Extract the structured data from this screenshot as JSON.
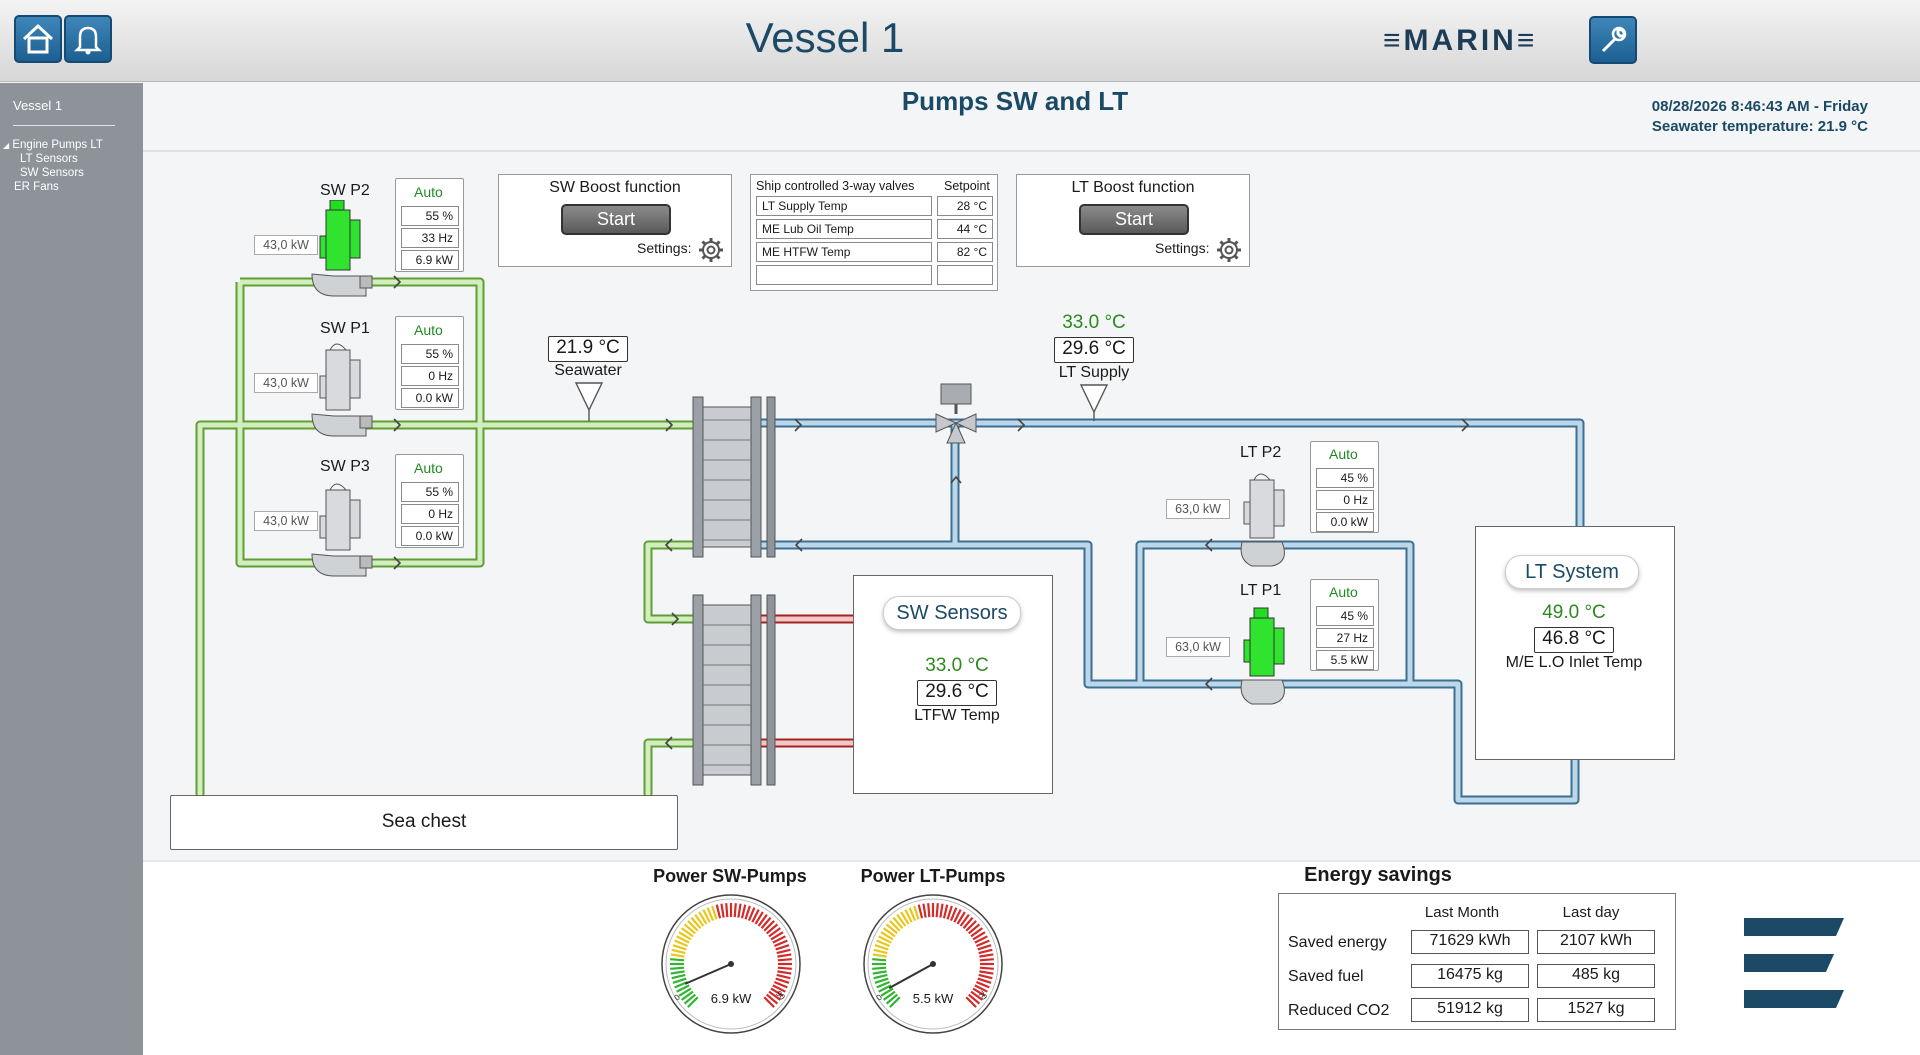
{
  "header": {
    "title": "Vessel 1",
    "brand": "≡MARIN≡",
    "home_icon": "home-icon",
    "alarm_icon": "bell-icon",
    "service_icon": "wrench-icon"
  },
  "sidebar": {
    "top": "Vessel 1",
    "items": [
      {
        "label": "Engine Pumps LT",
        "expanded": true
      },
      {
        "label": "LT Sensors"
      },
      {
        "label": "SW Sensors"
      },
      {
        "label": "ER Fans"
      }
    ]
  },
  "main": {
    "title": "Pumps SW and LT",
    "datetime": "08/28/2026 8:46:43 AM - Friday",
    "seawater_temp": "Seawater temperature: 21.9 °C"
  },
  "sw_pumps": [
    {
      "name": "SW P2",
      "mode": "Auto",
      "percent": "55 %",
      "hz": "33 Hz",
      "kw": "6.9 kW",
      "rated": "43,0 kW",
      "running": true
    },
    {
      "name": "SW P1",
      "mode": "Auto",
      "percent": "55 %",
      "hz": "0 Hz",
      "kw": "0.0 kW",
      "rated": "43,0 kW",
      "running": false
    },
    {
      "name": "SW P3",
      "mode": "Auto",
      "percent": "55 %",
      "hz": "0 Hz",
      "kw": "0.0 kW",
      "rated": "43,0 kW",
      "running": false
    }
  ],
  "lt_pumps": [
    {
      "name": "LT P2",
      "mode": "Auto",
      "percent": "45 %",
      "hz": "0 Hz",
      "kw": "0.0 kW",
      "rated": "63,0 kW",
      "running": false
    },
    {
      "name": "LT P1",
      "mode": "Auto",
      "percent": "45 %",
      "hz": "27 Hz",
      "kw": "5.5 kW",
      "rated": "63,0 kW",
      "running": true
    }
  ],
  "sw_boost": {
    "title": "SW Boost function",
    "button": "Start",
    "settings": "Settings:"
  },
  "lt_boost": {
    "title": "LT Boost function",
    "button": "Start",
    "settings": "Settings:"
  },
  "valves": {
    "header": "Ship controlled 3-way valves",
    "setpoint_header": "Setpoint",
    "rows": [
      {
        "name": "LT Supply Temp",
        "value": "28 °C"
      },
      {
        "name": "ME Lub Oil Temp",
        "value": "44 °C"
      },
      {
        "name": "ME HTFW Temp",
        "value": "82 °C"
      },
      {
        "name": "",
        "value": ""
      }
    ]
  },
  "sensors": {
    "seawater": {
      "value": "21.9 °C",
      "label": "Seawater"
    },
    "lt_supply": {
      "setpoint": "33.0 °C",
      "value": "29.6 °C",
      "label": "LT Supply"
    },
    "sw_sensors": {
      "title": "SW Sensors",
      "setpoint": "33.0 °C",
      "value": "29.6 °C",
      "label": "LTFW Temp"
    },
    "lt_system": {
      "title": "LT System",
      "setpoint": "49.0 °C",
      "value": "46.8 °C",
      "label": "M/E L.O Inlet Temp"
    }
  },
  "sea_chest": "Sea chest",
  "gauges": [
    {
      "title": "Power SW-Pumps",
      "value": "6.9 kW",
      "fraction": 0.08,
      "min": "0",
      "max": "90"
    },
    {
      "title": "Power LT-Pumps",
      "value": "5.5 kW",
      "fraction": 0.06,
      "min": "0",
      "max": "70"
    }
  ],
  "energy": {
    "title": "Energy savings",
    "col1": "Last Month",
    "col2": "Last day",
    "rows": [
      {
        "label": "Saved energy",
        "month": "71629 kWh",
        "day": "2107 kWh"
      },
      {
        "label": "Saved fuel",
        "month": "16475 kg",
        "day": "485 kg"
      },
      {
        "label": "Reduced CO2",
        "month": "51912 kg",
        "day": "1527 kg"
      }
    ]
  },
  "colors": {
    "sw_pipe": "#7ec45a",
    "lt_pipe": "#5b93bd",
    "hot_pipe": "#d44",
    "running": "#22e022",
    "brand": "#1c4a66"
  }
}
